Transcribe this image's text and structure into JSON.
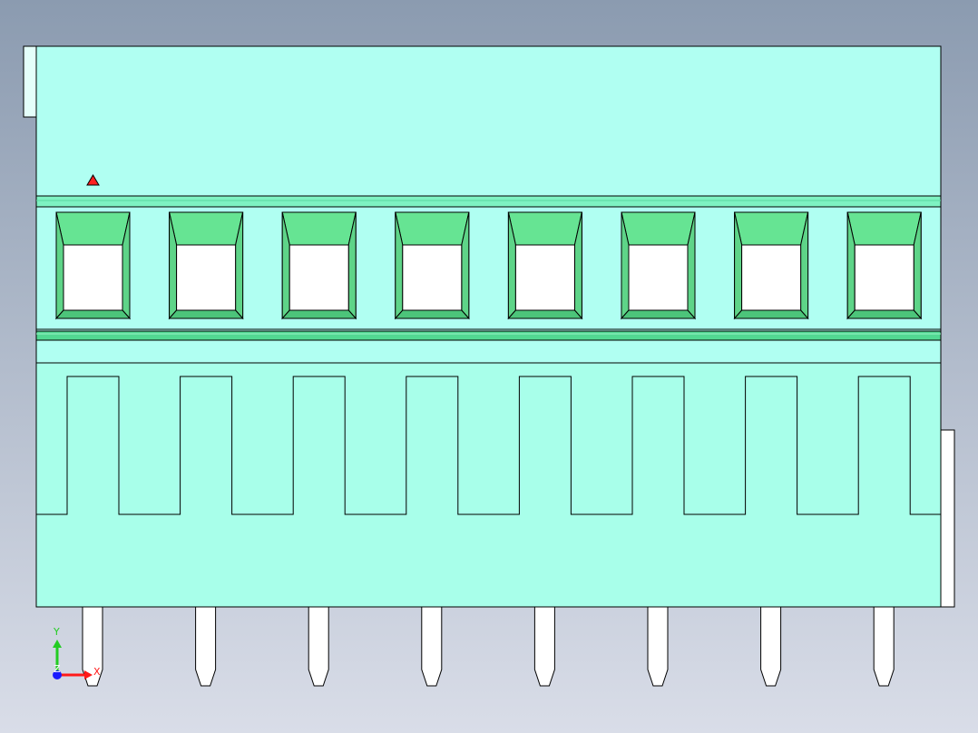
{
  "scene": {
    "background_top": "#8b9bb0",
    "background_bottom": "#d9dde8",
    "body_color": "#b0fff2",
    "body_lower_color": "#a8ffea",
    "window_color": "#62e08c",
    "stripe_color": "#7ef2c2",
    "pin_color": "#ffffff",
    "outline_color": "#000000",
    "marker_color": "#ff2020",
    "slot_count": 8,
    "pin_count": 8
  },
  "triad": {
    "x_label": "X",
    "y_label": "Y",
    "z_label": "Z",
    "x_color": "#ff1a1a",
    "y_color": "#22cc22",
    "z_color": "#1a1aff"
  }
}
